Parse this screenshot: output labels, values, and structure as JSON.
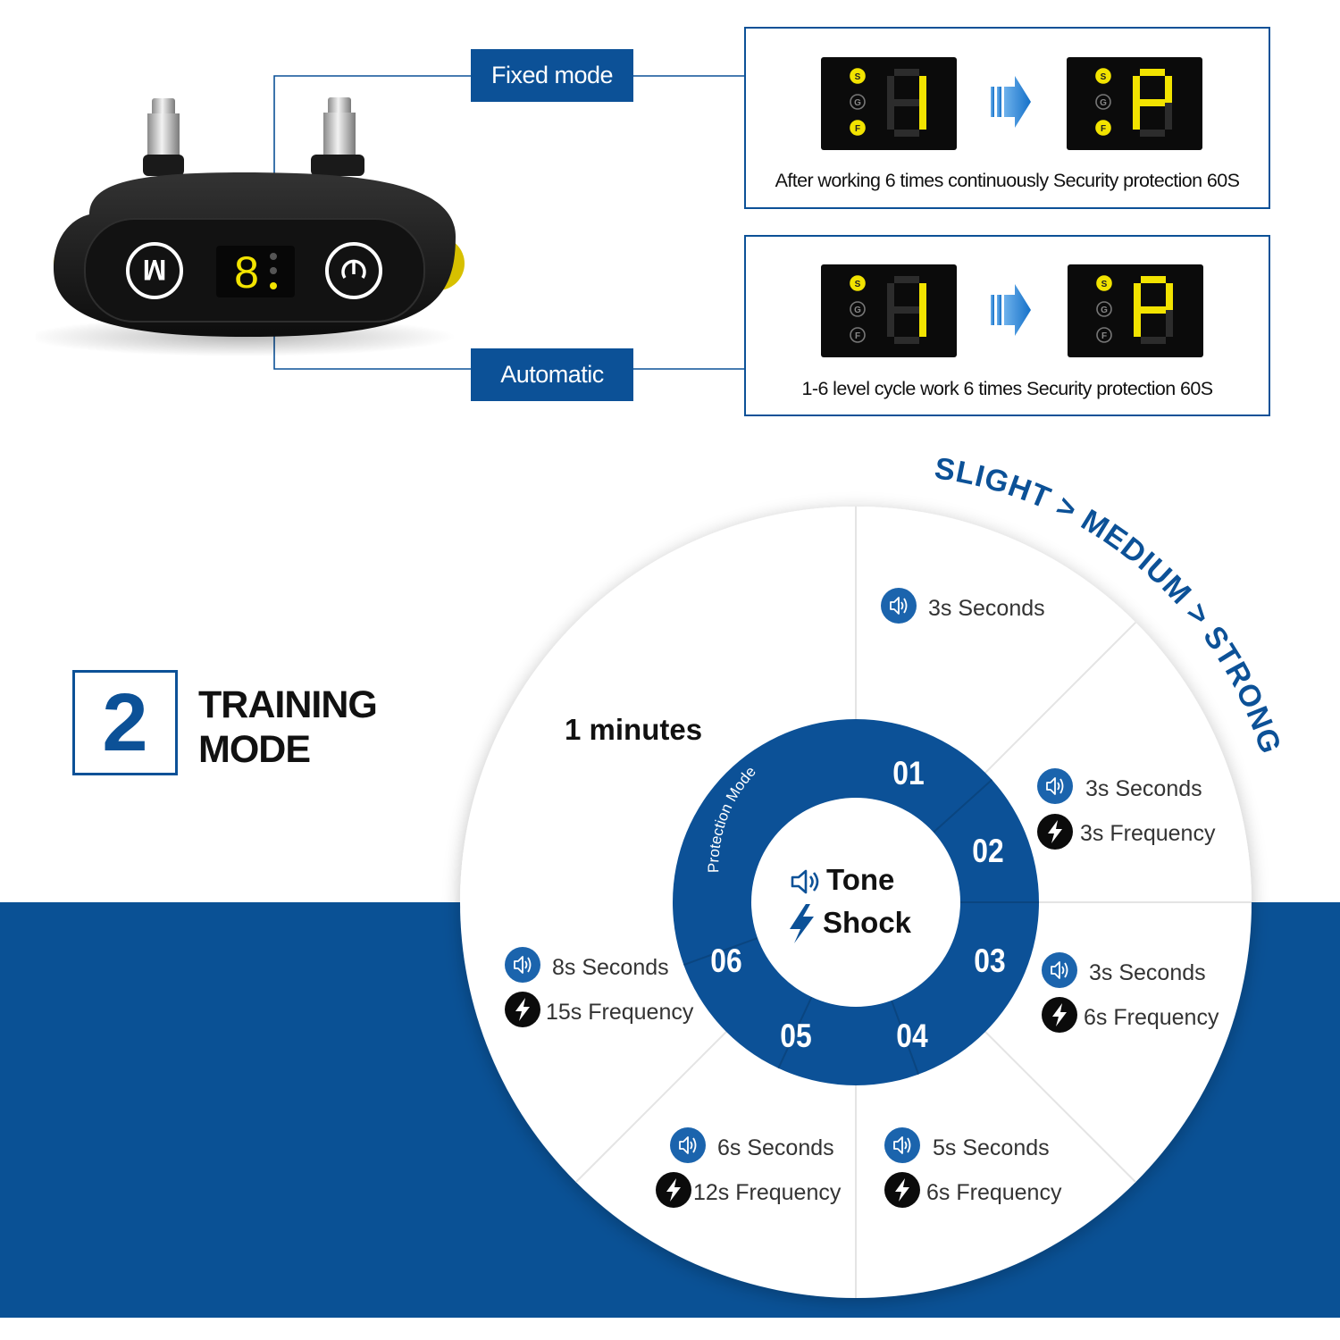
{
  "fixed_mode": {
    "label": "Fixed mode",
    "caption": "After working 6 times continuously Security protection 60S",
    "display_before": {
      "digit": "1",
      "lit": [
        "S",
        "F"
      ]
    },
    "display_after": {
      "digit": "P",
      "lit": [
        "S",
        "F"
      ]
    }
  },
  "automatic_mode": {
    "label": "Automatic",
    "caption": "1-6 level cycle work 6 times Security protection 60S",
    "display_before": {
      "digit": "1",
      "lit": [
        "S"
      ]
    },
    "display_after": {
      "digit": "P",
      "lit": [
        "S"
      ]
    }
  },
  "device": {
    "button_left": "M",
    "button_right": "power",
    "display_digit": "8"
  },
  "led_letters": [
    "S",
    "G",
    "F"
  ],
  "training_mode": {
    "number": "2",
    "title_line1": "TRAINING",
    "title_line2": "MODE"
  },
  "intensity_scale": [
    "SLIGHT",
    ">",
    "MEDIUM",
    ">",
    "STRONG"
  ],
  "wheel": {
    "center_tone": "Tone",
    "center_shock": "Shock",
    "protection_label": "Protection Mode",
    "protection_duration": "1 minutes",
    "levels": [
      {
        "id": "01",
        "tone": "3s Seconds",
        "shock": ""
      },
      {
        "id": "02",
        "tone": "3s Seconds",
        "shock": "3s Frequency"
      },
      {
        "id": "03",
        "tone": "3s Seconds",
        "shock": "6s Frequency"
      },
      {
        "id": "04",
        "tone": "5s Seconds",
        "shock": "6s Frequency"
      },
      {
        "id": "05",
        "tone": "6s Seconds",
        "shock": "12s Frequency"
      },
      {
        "id": "06",
        "tone": "8s Seconds",
        "shock": "15s Frequency"
      }
    ]
  },
  "colors": {
    "brand_blue": "#0c5197",
    "led_yellow": "#f2e300",
    "display_bg": "#0b0b0b"
  }
}
